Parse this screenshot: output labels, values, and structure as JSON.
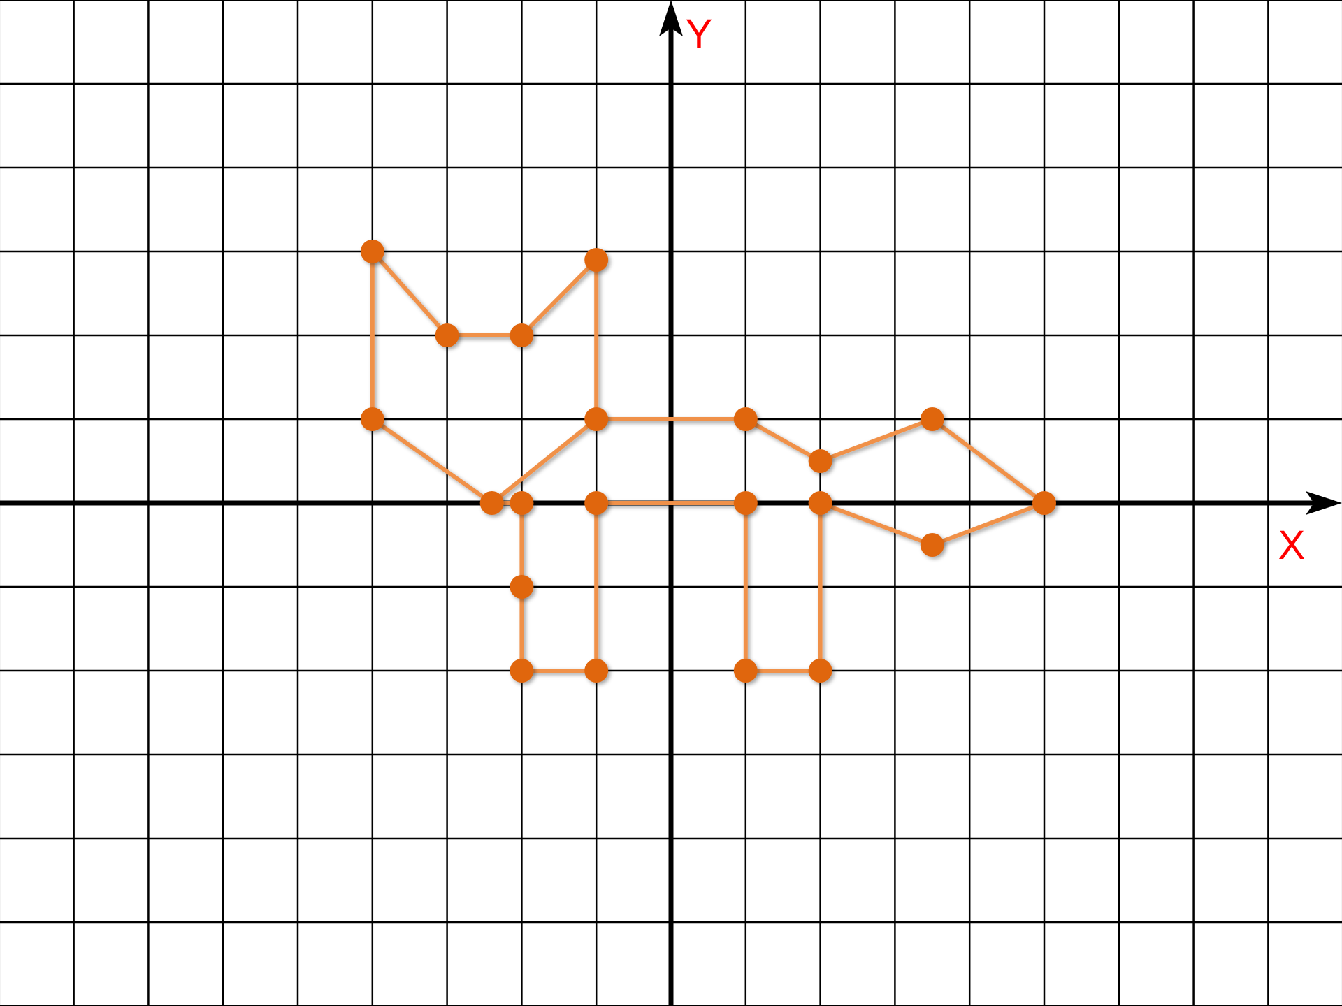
{
  "chart_data": {
    "type": "scatter",
    "x_axis_label": "X",
    "y_axis_label": "Y",
    "xlim": [
      -9,
      9
    ],
    "ylim": [
      -6,
      6
    ],
    "grid": true,
    "points": [
      [
        -4,
        3
      ],
      [
        -3,
        2
      ],
      [
        -2,
        2
      ],
      [
        -1,
        2.9
      ],
      [
        -4,
        1
      ],
      [
        -1,
        1
      ],
      [
        1,
        1
      ],
      [
        2,
        0.5
      ],
      [
        3.5,
        1
      ],
      [
        -2.4,
        0
      ],
      [
        -2,
        0
      ],
      [
        -1,
        0
      ],
      [
        1,
        0
      ],
      [
        2,
        0
      ],
      [
        5,
        0
      ],
      [
        3.5,
        -0.5
      ],
      [
        -2,
        -1
      ],
      [
        -2,
        -2
      ],
      [
        -1,
        -2
      ],
      [
        1,
        -2
      ],
      [
        2,
        -2
      ]
    ],
    "segments": [
      [
        [
          -4,
          1
        ],
        [
          -4,
          3
        ]
      ],
      [
        [
          -4,
          3
        ],
        [
          -3,
          2
        ]
      ],
      [
        [
          -3,
          2
        ],
        [
          -2,
          2
        ]
      ],
      [
        [
          -2,
          2
        ],
        [
          -1,
          2.9
        ]
      ],
      [
        [
          -1,
          2.9
        ],
        [
          -1,
          1
        ]
      ],
      [
        [
          -4,
          1
        ],
        [
          -2.4,
          0
        ]
      ],
      [
        [
          -2.4,
          0
        ],
        [
          -1,
          1
        ]
      ],
      [
        [
          -1,
          1
        ],
        [
          1,
          1
        ]
      ],
      [
        [
          1,
          1
        ],
        [
          2,
          0.5
        ]
      ],
      [
        [
          2,
          0.5
        ],
        [
          3.5,
          1
        ]
      ],
      [
        [
          3.5,
          1
        ],
        [
          5,
          0
        ]
      ],
      [
        [
          5,
          0
        ],
        [
          3.5,
          -0.5
        ]
      ],
      [
        [
          3.5,
          -0.5
        ],
        [
          2,
          0
        ]
      ],
      [
        [
          -2.4,
          0
        ],
        [
          -2,
          0
        ]
      ],
      [
        [
          -1,
          0
        ],
        [
          1,
          0
        ]
      ],
      [
        [
          -2,
          0
        ],
        [
          -2,
          -2
        ]
      ],
      [
        [
          -2,
          -2
        ],
        [
          -1,
          -2
        ]
      ],
      [
        [
          -1,
          -2
        ],
        [
          -1,
          0
        ]
      ],
      [
        [
          1,
          0
        ],
        [
          1,
          -2
        ]
      ],
      [
        [
          1,
          -2
        ],
        [
          2,
          -2
        ]
      ],
      [
        [
          2,
          -2
        ],
        [
          2,
          0
        ]
      ]
    ]
  },
  "colors": {
    "shape_stroke": "#f0914a",
    "point_fill": "#e0660f",
    "axis_label": "#ff0000"
  }
}
